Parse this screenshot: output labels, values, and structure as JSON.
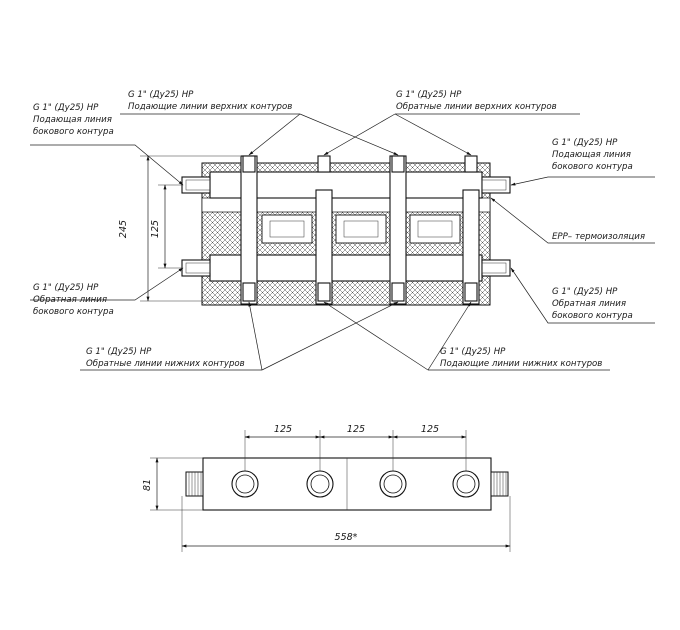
{
  "labels": {
    "top_supply_spec": "G 1\" (Ду25) НР",
    "top_supply_desc": "Подающие линии верхних контуров",
    "top_return_spec": "G 1\" (Ду25) НР",
    "top_return_desc": "Обратные линии верхних контуров",
    "left_supply_spec": "G 1\" (Ду25) НР",
    "left_supply_desc1": "Подающая линия",
    "left_supply_desc2": "бокового контура",
    "right_supply_spec": "G 1\" (Ду25) НР",
    "right_supply_desc1": "Подающая линия",
    "right_supply_desc2": "бокового контура",
    "insulation": "EPP– термоизоляция",
    "left_return_spec": "G 1\" (Ду25) НР",
    "left_return_desc1": "Обратная линия",
    "left_return_desc2": "бокового контура",
    "right_return_spec": "G 1\" (Ду25) НР",
    "right_return_desc1": "Обратная линия",
    "right_return_desc2": "бокового контура",
    "bottom_return_spec": "G 1\" (Ду25) НР",
    "bottom_return_desc": "Обратные линии нижних контуров",
    "bottom_supply_spec": "G 1\" (Ду25) НР",
    "bottom_supply_desc": "Подающие линии нижних контуров"
  },
  "dimensions": {
    "height_total": "245",
    "pipe_spacing": "125",
    "spacing_1": "125",
    "spacing_2": "125",
    "spacing_3": "125",
    "depth": "81",
    "length_total": "558*"
  }
}
